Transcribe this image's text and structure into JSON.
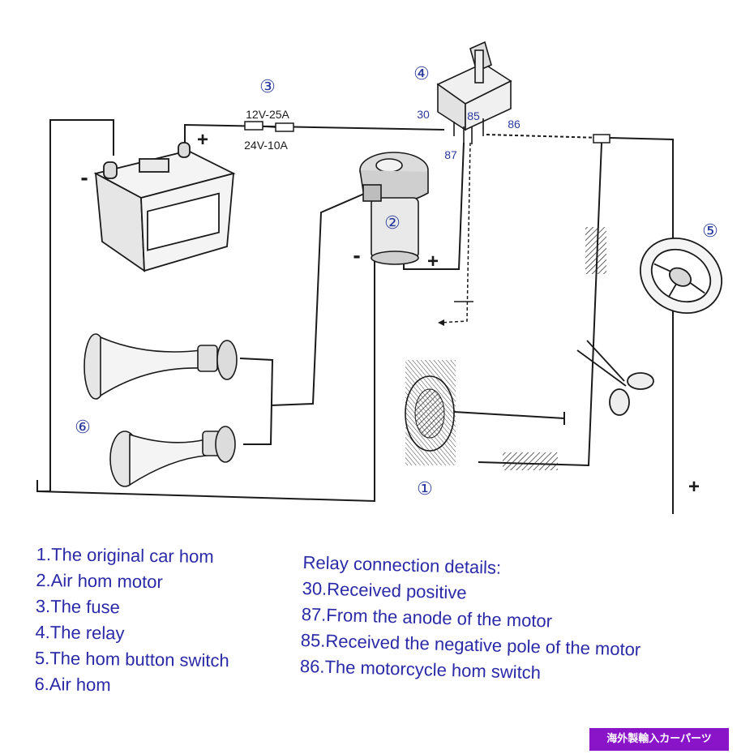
{
  "callouts": {
    "c1": "①",
    "c2": "②",
    "c3": "③",
    "c4": "④",
    "c5": "⑤",
    "c6": "⑥"
  },
  "fuse": {
    "rating_12v": "12V-25A",
    "rating_24v": "24V-10A"
  },
  "relay_pins": {
    "p30": "30",
    "p85": "85",
    "p86": "86",
    "p87": "87"
  },
  "polarity": {
    "plus": "+",
    "minus": "-"
  },
  "legend_left": [
    "1.The original car hom",
    "2.Air hom motor",
    "3.The fuse",
    "4.The relay",
    "5.The hom button switch",
    "6.Air hom"
  ],
  "legend_right": {
    "title": "Relay connection details:",
    "items": [
      "30.Received positive",
      "87.From the anode of the motor",
      "85.Received the negative pole of the motor",
      "86.The motorcycle hom switch"
    ]
  },
  "watermark": "海外製輸入カーパーツ",
  "colors": {
    "label_blue": "#2a2aa8",
    "watermark_bg": "#8a14c8",
    "wire": "#1a1a1a"
  }
}
